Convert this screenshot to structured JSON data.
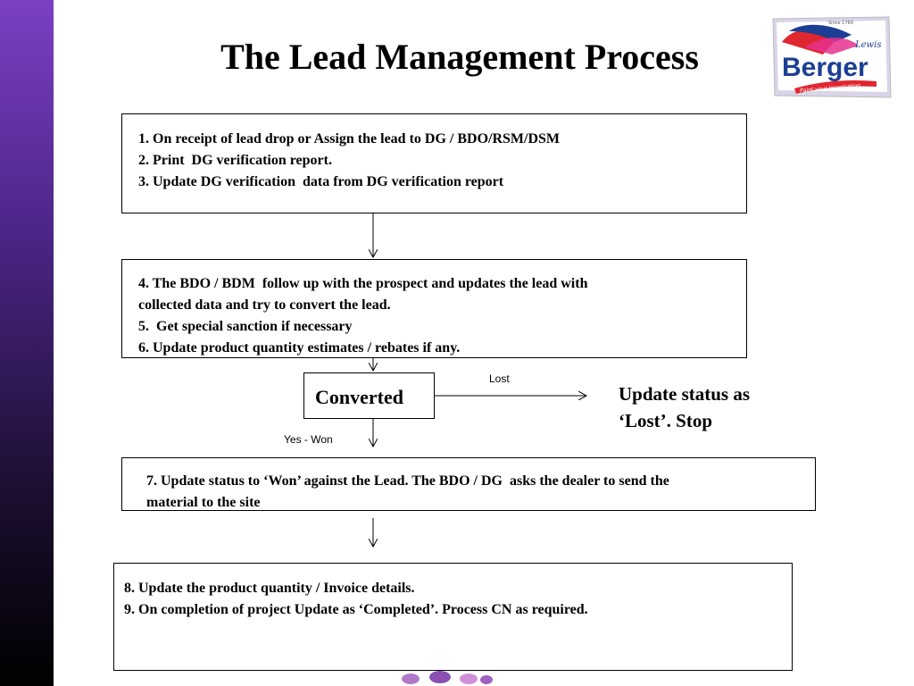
{
  "slide": {
    "title": "The Lead Management Process",
    "logo": {
      "top_text": "Since 1760",
      "brand": "Berger",
      "script": "Lewis",
      "tagline": "Paint your imagination",
      "colors": {
        "red": "#e0262f",
        "blue": "#1c3f94",
        "white": "#ffffff",
        "pink": "#e6318f"
      }
    },
    "step_box_1": {
      "lines": [
        "1. On receipt of lead drop or Assign the lead to DG / BDO/RSM/DSM",
        "2. Print  DG verification report.",
        "3. Update DG verification  data from DG verification report"
      ]
    },
    "step_box_2": {
      "lines": [
        "4. The BDO / BDM  follow up with the prospect and updates the lead with",
        "collected data and try to convert the lead.",
        "5.  Get special sanction if necessary",
        "6. Update product quantity estimates / rebates if any."
      ]
    },
    "decision": {
      "label": "Converted"
    },
    "branch_lost": {
      "label": "Lost",
      "result_lines": [
        "Update status as",
        "‘Lost’. Stop"
      ]
    },
    "branch_won": {
      "label": "Yes - Won"
    },
    "step_box_3": {
      "lines": [
        "7. Update status to ‘Won’ against the Lead. The BDO / DG  asks the dealer to send the",
        "material to the site"
      ]
    },
    "step_box_4": {
      "lines": [
        "8. Update the product quantity / Invoice details.",
        "9. On completion of project Update as ‘Completed’. Process CN as required."
      ]
    }
  }
}
